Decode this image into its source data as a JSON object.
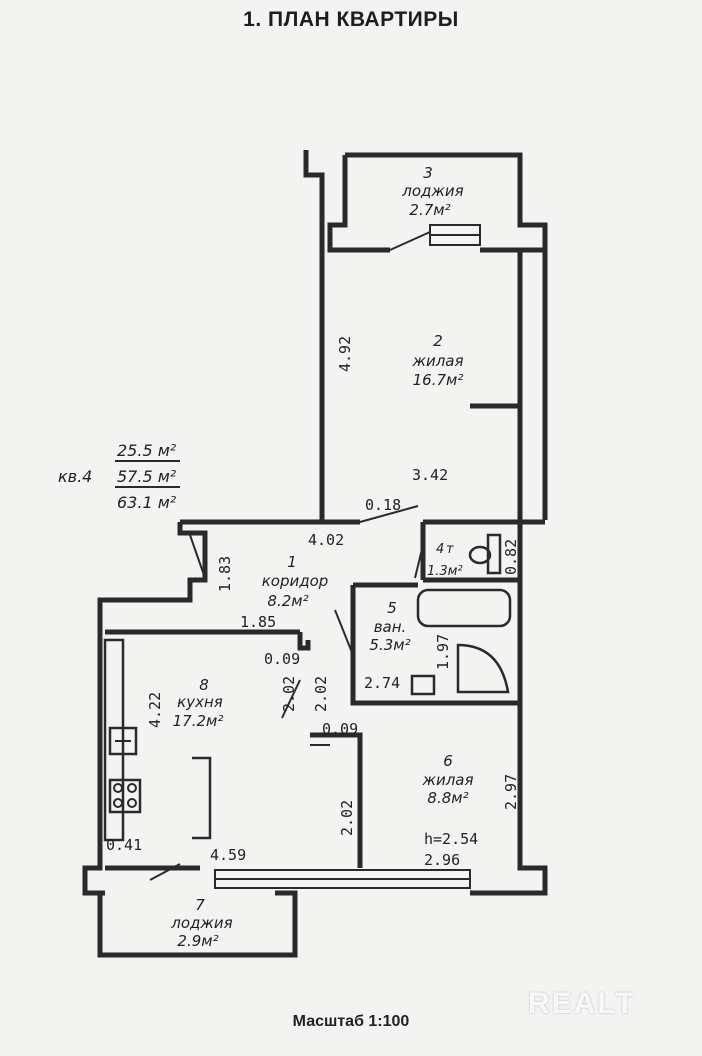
{
  "title": "1. ПЛАН КВАРТИРЫ",
  "scale": "Масштаб 1:100",
  "watermark": "REALT",
  "apartment": {
    "label": "кв.4",
    "area_living": "25.5 м²",
    "area_total": "57.5 м²",
    "area_total_with_loggia": "63.1 м²"
  },
  "rooms": [
    {
      "num": "1",
      "name": "коридор",
      "area": "8.2м²"
    },
    {
      "num": "2",
      "name": "жилая",
      "area": "16.7м²"
    },
    {
      "num": "3",
      "name": "лоджия",
      "area": "2.7м²"
    },
    {
      "num": "4",
      "name": "т",
      "area": "1.3м²"
    },
    {
      "num": "5",
      "name": "ван.",
      "area": "5.3м²"
    },
    {
      "num": "6",
      "name": "жилая",
      "area": "8.8м²"
    },
    {
      "num": "7",
      "name": "лоджия",
      "area": "2.9м²"
    },
    {
      "num": "8",
      "name": "кухня",
      "area": "17.2м²"
    }
  ],
  "dimensions": {
    "d492": "4.92",
    "d342": "3.42",
    "d018": "0.18",
    "d402": "4.02",
    "d082": "0.82",
    "d183": "1.83",
    "d185": "1.85",
    "d197": "1.97",
    "d274": "2.74",
    "d009a": "0.09",
    "d202a": "2.02",
    "d202b": "2.02",
    "d422": "4.22",
    "d009b": "0.09",
    "d202c": "2.02",
    "d297": "2.97",
    "d254": "h=2.54",
    "d296": "2.96",
    "d041": "0.41",
    "d459": "4.59"
  }
}
